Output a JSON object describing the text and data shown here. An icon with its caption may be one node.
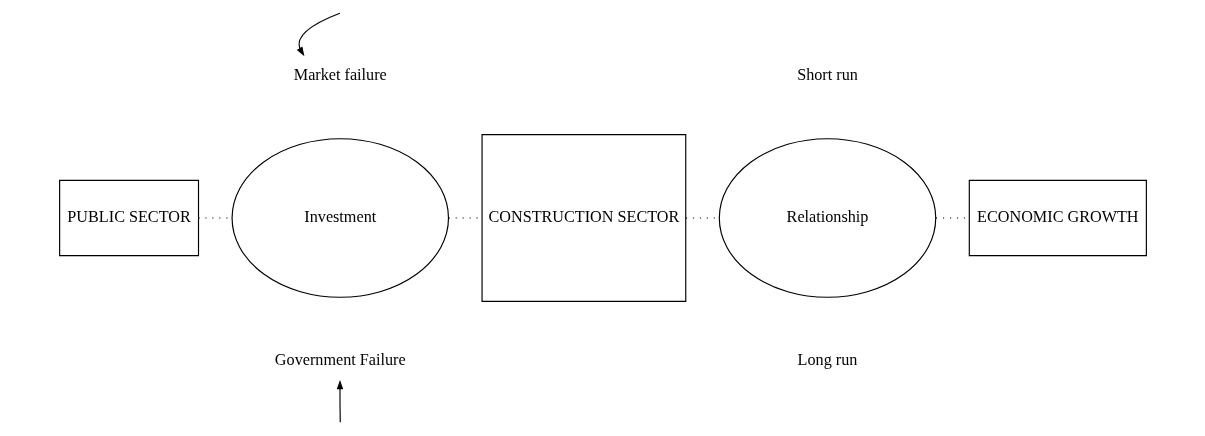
{
  "diagram": {
    "nodes": [
      {
        "text": [
          "PUBLIC SECTOR"
        ]
      },
      {
        "text": [
          "Investment"
        ]
      },
      {
        "text": [
          "CONSTRUCTION SECTOR"
        ]
      },
      {
        "text": [
          "Relationship"
        ]
      },
      {
        "text": [
          "ECONOMIC GROWTH"
        ]
      },
      {
        "text": [
          "Market failure"
        ]
      },
      {
        "text": [
          "Government Failure"
        ]
      }
    ],
    "edges": [
      {
        "from": 0,
        "to": 1,
        "arrow": "none",
        "style": "dashed"
      },
      {
        "from": 1,
        "to": 2,
        "arrow": "none",
        "style": "dashed"
      },
      {
        "from": 2,
        "to": 3,
        "arrow": "none",
        "style": "dashed"
      },
      {
        "from": 3,
        "to": 4,
        "arrow": "none",
        "style": "dashed"
      },
      {
        "from": null,
        "to": 5,
        "arrow": "to"
      },
      {
        "from": null,
        "to": 6,
        "arrow": "to"
      }
    ],
    "labels": [
      "Short run",
      "Long run"
    ]
  }
}
